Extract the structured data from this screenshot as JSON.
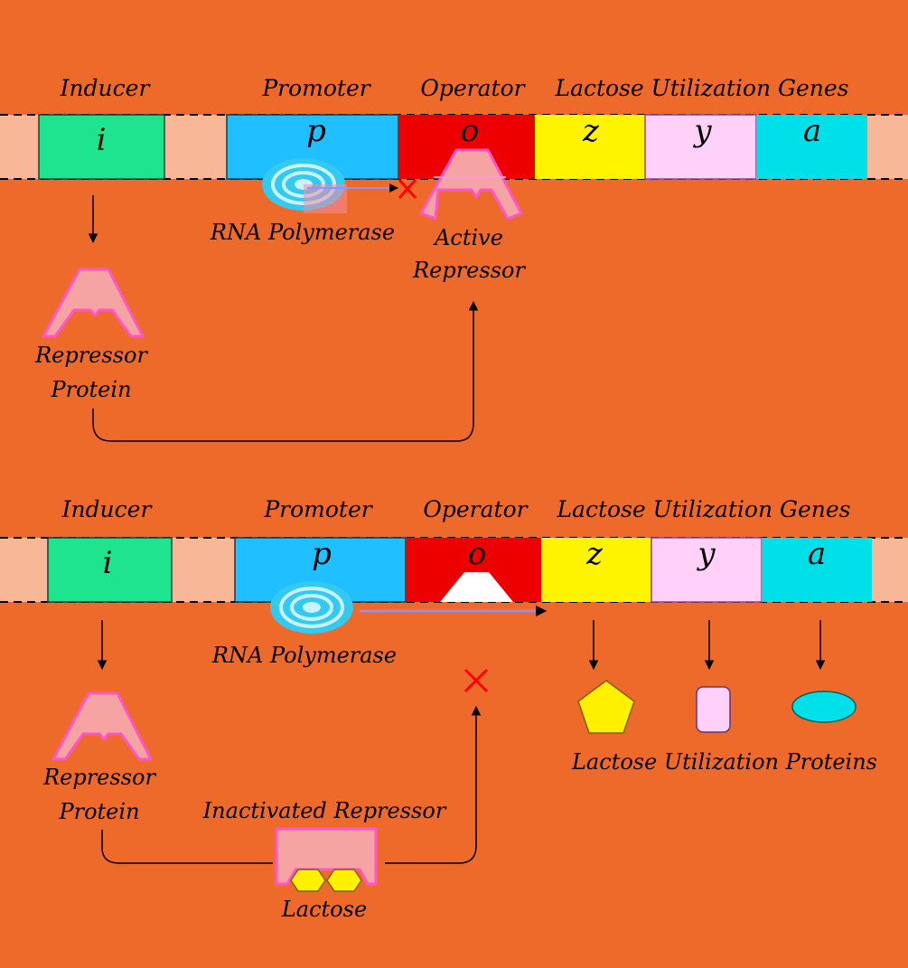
{
  "colors": {
    "background": "#ee6a2b",
    "spacer": "#f8b898",
    "inducer_gene": "#1ee38f",
    "promoter": "#20bfff",
    "operator": "#ec0000",
    "gene_z": "#fff400",
    "gene_y": "#ffd0f8",
    "gene_a": "#00e0e8",
    "repressor": "#f6a3a3",
    "repressor_edge": "#ff55c8",
    "polymerase": "#34c9ee",
    "lactose": "#fff000",
    "blocked_x": "#ff0000"
  },
  "top": {
    "headers": {
      "inducer": "Inducer",
      "promoter": "Promoter",
      "operator": "Operator",
      "genes": "Lactose Utilization Genes"
    },
    "gene_letters": {
      "i": "i",
      "p": "p",
      "o": "o",
      "z": "z",
      "y": "y",
      "a": "a"
    },
    "labels": {
      "rna_polymerase": "RNA Polymerase",
      "active_line1": "Active",
      "active_line2": "Repressor",
      "repressor_line1": "Repressor",
      "repressor_line2": "Protein"
    },
    "icons": [
      "repressor-protein-icon",
      "rna-polymerase-icon",
      "active-repressor-icon",
      "blocked-x-icon"
    ]
  },
  "bottom": {
    "headers": {
      "inducer": "Inducer",
      "promoter": "Promoter",
      "operator": "Operator",
      "genes": "Lactose Utilization Genes"
    },
    "gene_letters": {
      "i": "i",
      "p": "p",
      "o": "o",
      "z": "z",
      "y": "y",
      "a": "a"
    },
    "labels": {
      "rna_polymerase": "RNA Polymerase",
      "repressor_line1": "Repressor",
      "repressor_line2": "Protein",
      "inactivated": "Inactivated Repressor",
      "lactose": "Lactose",
      "proteins": "Lactose Utilization Proteins"
    },
    "icons": [
      "repressor-protein-icon",
      "rna-polymerase-icon",
      "inactivated-repressor-icon",
      "lactose-icon",
      "pentagon-protein-icon",
      "rounded-rect-protein-icon",
      "ellipse-protein-icon",
      "blocked-x-icon"
    ]
  }
}
